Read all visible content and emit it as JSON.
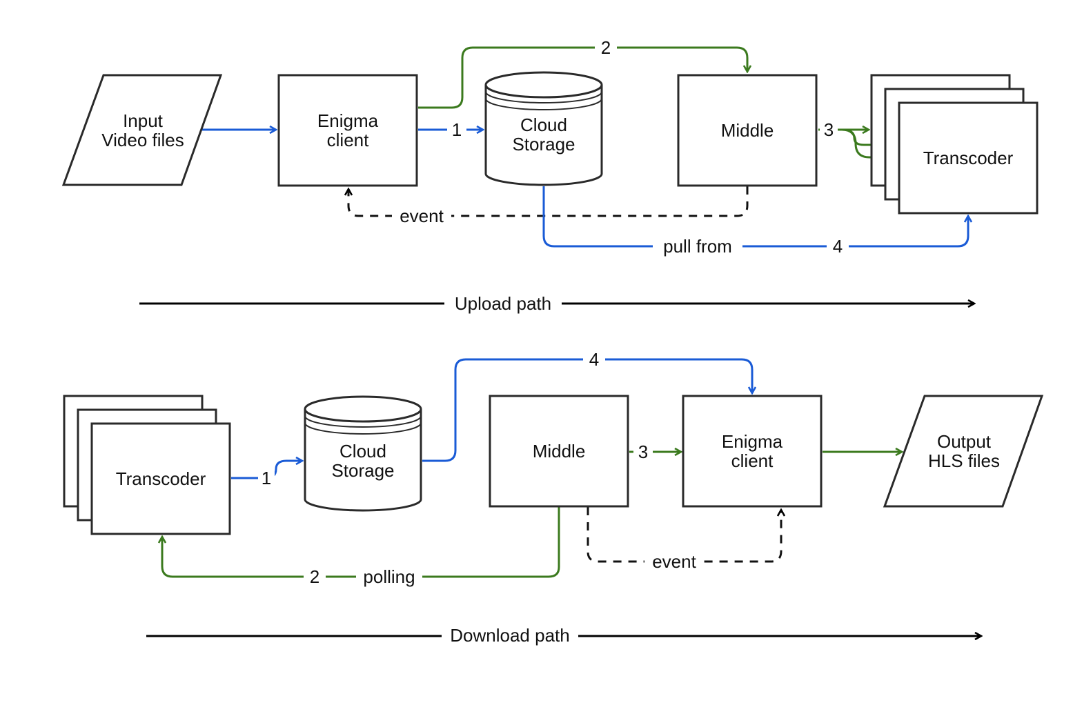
{
  "colors": {
    "upload_link": "#1a5bd6",
    "control_link": "#3b7a1e",
    "event_link": "#111111",
    "node_stroke": "#2a2a2a"
  },
  "upload": {
    "input": [
      "Input",
      "Video files"
    ],
    "client": [
      "Enigma",
      "client"
    ],
    "storage": [
      "Cloud",
      "Storage"
    ],
    "middle": "Middle",
    "transcoder": "Transcoder",
    "step1": "1",
    "step2": "2",
    "step3": "3",
    "step4": "4",
    "event": "event",
    "pull_from": "pull from",
    "path_label": "Upload path"
  },
  "download": {
    "transcoder": "Transcoder",
    "storage": [
      "Cloud",
      "Storage"
    ],
    "middle": "Middle",
    "client": [
      "Enigma",
      "client"
    ],
    "output": [
      "Output",
      "HLS files"
    ],
    "step1": "1",
    "step2": "2",
    "step3": "3",
    "step4": "4",
    "polling": "polling",
    "event": "event",
    "path_label": "Download path"
  }
}
